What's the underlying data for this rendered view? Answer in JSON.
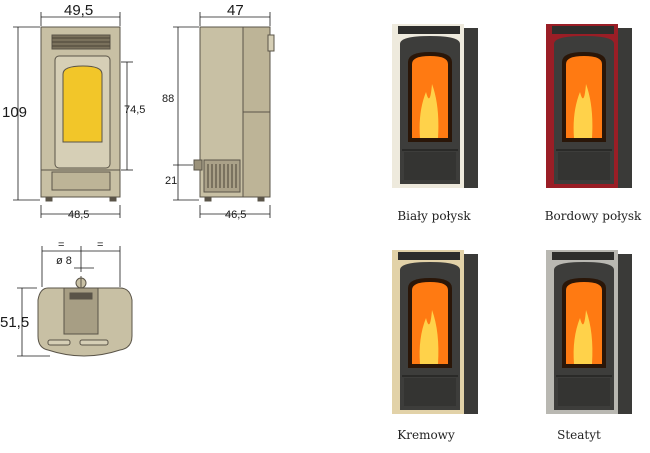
{
  "front_view": {
    "width_top": "49,5",
    "height_total": "109",
    "height_door": "74,5",
    "width_bottom": "48,5"
  },
  "side_view": {
    "depth_top": "47",
    "height_flue": "88",
    "height_inlet": "21",
    "depth_bottom": "46,5"
  },
  "top_view": {
    "equal_mark_left": "=",
    "equal_mark_right": "=",
    "flue_diameter": "ø 8",
    "depth": "51,5"
  },
  "variants": [
    {
      "label": "Biały połysk",
      "color": "#eeeadd"
    },
    {
      "label": "Bordowy połysk",
      "color": "#9a1e26"
    },
    {
      "label": "Kremowy",
      "color": "#e2d2a8"
    },
    {
      "label": "Steatyt",
      "color": "#b9b8b2"
    }
  ],
  "colors": {
    "drawing_fill": "#c8c0a4",
    "drawing_line": "#5a5448",
    "glass": "#f2c629",
    "stove_body": "#3a3a38",
    "fire": "#ff7a12"
  }
}
